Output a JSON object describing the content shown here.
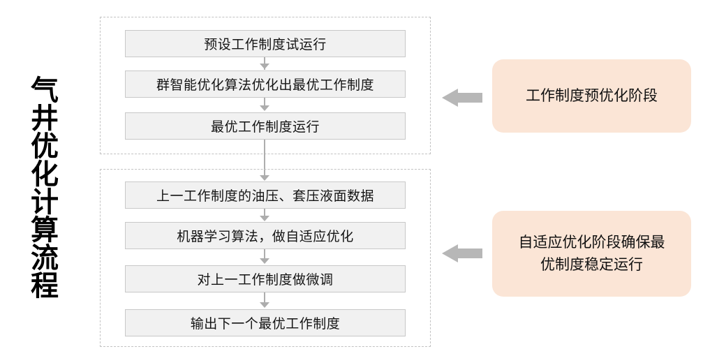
{
  "title": {
    "vertical_label": "气井优化计算流程"
  },
  "flow": {
    "groups": [
      {
        "name": "pre-optimization-group",
        "steps": [
          "预设工作制度试运行",
          "群智能优化算法优化出最优工作制度",
          "最优工作制度运行"
        ]
      },
      {
        "name": "adaptive-optimization-group",
        "steps": [
          "上一工作制度的油压、套压液面数据",
          "机器学习算法，做自适应优化",
          "对上一工作制度做微调",
          "输出下一个最优工作制度"
        ]
      }
    ]
  },
  "stages": [
    {
      "name": "stage-pre-optimization",
      "label": "工作制度预优化阶段",
      "arrow_icon": "arrow-left-icon"
    },
    {
      "name": "stage-adaptive-optimization",
      "label": "自适应优化阶段确保最优制度稳定运行",
      "arrow_icon": "arrow-left-icon"
    }
  ],
  "colors": {
    "panel_fill": "#fbe5d6",
    "step_fill": "#f1f1f1",
    "step_border": "#c8c8c8",
    "group_border": "#c2c2c2",
    "arrow_gray": "#b7b7b7",
    "connector_gray": "#adadad",
    "text": "#141414"
  }
}
